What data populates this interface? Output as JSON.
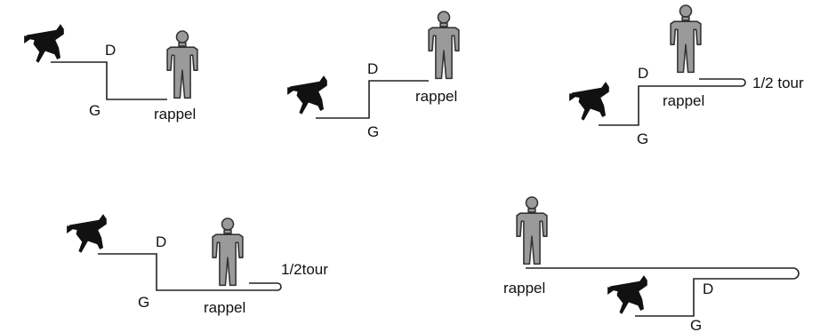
{
  "labels": {
    "right": "D",
    "left": "G",
    "recall": "rappel",
    "half_turn": "1/2 tour",
    "half_turn_compact": "1/2tour"
  },
  "colors": {
    "dog": "#111111",
    "person": "#9a9a9a",
    "line": "#222222"
  },
  "icons": [
    "dog-icon",
    "person-icon"
  ]
}
